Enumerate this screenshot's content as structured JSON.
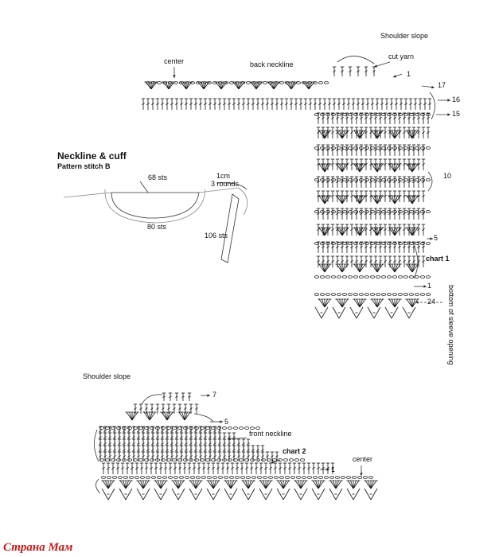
{
  "chart1": {
    "title": "chart 1",
    "shoulder_label": "Shoulder slope",
    "neckline_label": "back neckline",
    "center_label": "center",
    "cut_yarn_label": "cut yarn",
    "sleeve_label": "bottom of sleeve opening",
    "rows": [
      "1",
      "17",
      "16",
      "15",
      "10",
      "5",
      "1",
      "24"
    ]
  },
  "cuff": {
    "title": "Neckline & cuff",
    "subtitle": "Pattern stitch B",
    "sts_top": "68 sts",
    "sts_bottom": "80 sts",
    "sts_side": "106 sts",
    "depth": "1cm",
    "rounds": "3 rounds"
  },
  "chart2": {
    "title": "chart 2",
    "shoulder_label": "Shoulder slope",
    "neckline_label": "front neckline",
    "center_label": "center",
    "rows": [
      "7",
      "5",
      "1"
    ]
  },
  "watermark": "Страна Мам",
  "colors": {
    "ink": "#111111",
    "watermark": "#c21a1a"
  }
}
